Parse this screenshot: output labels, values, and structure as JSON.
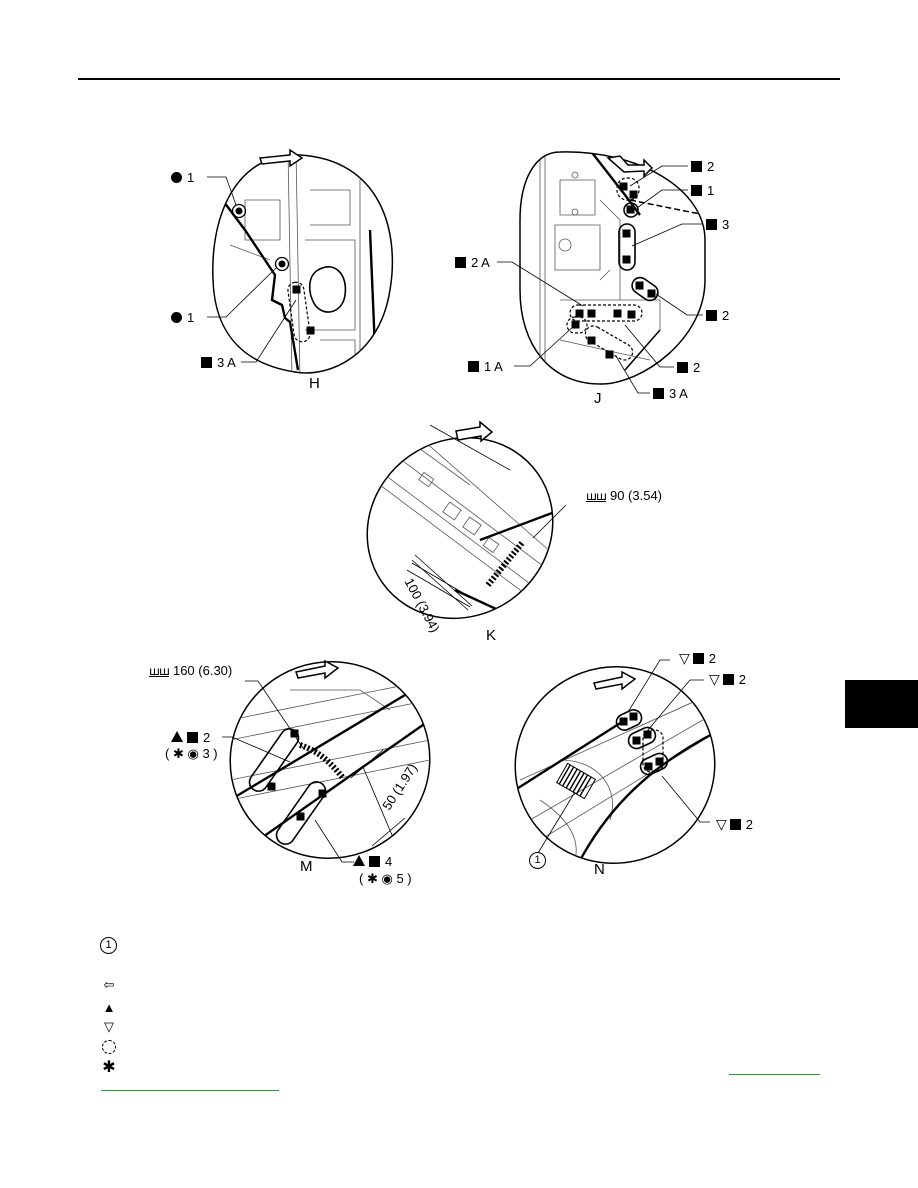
{
  "views": {
    "H": {
      "caption": "H",
      "callouts": [
        {
          "symbol": "circle",
          "text": "1"
        },
        {
          "symbol": "circle",
          "text": "1"
        },
        {
          "symbol": "square",
          "text": "3 A"
        }
      ]
    },
    "J": {
      "caption": "J",
      "callouts": [
        {
          "symbol": "square",
          "text": "2"
        },
        {
          "symbol": "square",
          "text": "1"
        },
        {
          "symbol": "square",
          "text": "3"
        },
        {
          "symbol": "square",
          "text": "2 A"
        },
        {
          "symbol": "square",
          "text": "2"
        },
        {
          "symbol": "square",
          "text": "1 A"
        },
        {
          "symbol": "square",
          "text": "2"
        },
        {
          "symbol": "square",
          "text": "3 A"
        }
      ]
    },
    "K": {
      "caption": "K",
      "weld_text": "90 (3.54)",
      "dimension_text": "100 (3.94)"
    },
    "M": {
      "caption": "M",
      "weld_text": "160 (6.30)",
      "upper_callout": "2",
      "upper_sub": "3",
      "lower_callout": "4",
      "lower_sub": "5",
      "dimension_text": "50 (1.97)"
    },
    "N": {
      "caption": "N",
      "callouts": [
        {
          "symbol": "tri-down-square",
          "text": "2"
        },
        {
          "symbol": "tri-down-square",
          "text": "2"
        },
        {
          "symbol": "tri-down-square",
          "text": "2"
        }
      ],
      "part_number": "1"
    }
  },
  "legend": {
    "part_number": "1",
    "symbols": [
      "arrow-left-icon",
      "triangle-up-icon",
      "triangle-down-icon",
      "dashed-circle-icon",
      "asterisk-icon"
    ]
  },
  "colors": {
    "link": "#1aa62e",
    "ink": "#000000"
  }
}
